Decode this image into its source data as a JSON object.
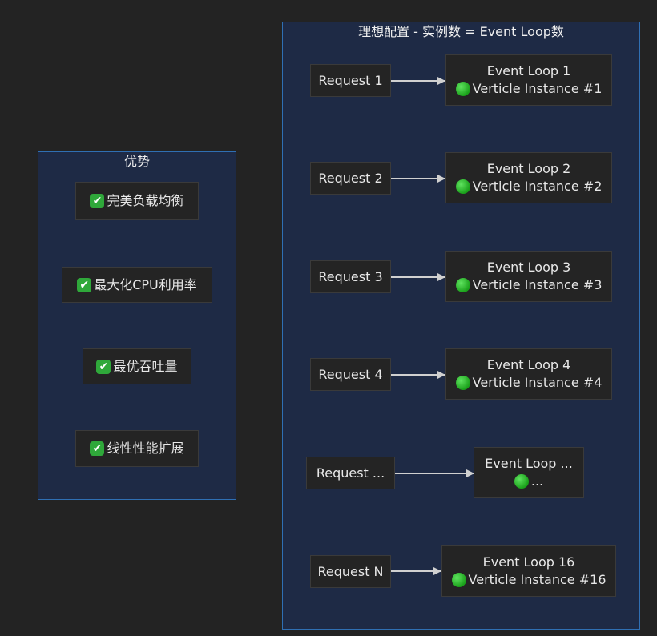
{
  "advantages": {
    "title": "优势",
    "items": [
      {
        "icon": "check-mark-icon",
        "label": "完美负载均衡"
      },
      {
        "icon": "check-mark-icon",
        "label": "最大化CPU利用率"
      },
      {
        "icon": "check-mark-icon",
        "label": "最优吞吐量"
      },
      {
        "icon": "check-mark-icon",
        "label": "线性性能扩展"
      }
    ]
  },
  "config": {
    "title": "理想配置 - 实例数 = Event Loop数",
    "rows": [
      {
        "request": "Request 1",
        "loop": "Event Loop 1",
        "instance": "Verticle Instance #1"
      },
      {
        "request": "Request 2",
        "loop": "Event Loop 2",
        "instance": "Verticle Instance #2"
      },
      {
        "request": "Request 3",
        "loop": "Event Loop 3",
        "instance": "Verticle Instance #3"
      },
      {
        "request": "Request 4",
        "loop": "Event Loop 4",
        "instance": "Verticle Instance #4"
      },
      {
        "request": "Request ...",
        "loop": "Event Loop ...",
        "instance": "..."
      },
      {
        "request": "Request N",
        "loop": "Event Loop 16",
        "instance": "Verticle Instance #16"
      }
    ]
  },
  "colors": {
    "background": "#232323",
    "cluster_fill": "#1e2a45",
    "cluster_border": "#2f6fb3",
    "node_fill": "#242424",
    "edge": "#d0d0d0",
    "status_green": "#1aa01a",
    "check_green": "#2fa83a"
  }
}
